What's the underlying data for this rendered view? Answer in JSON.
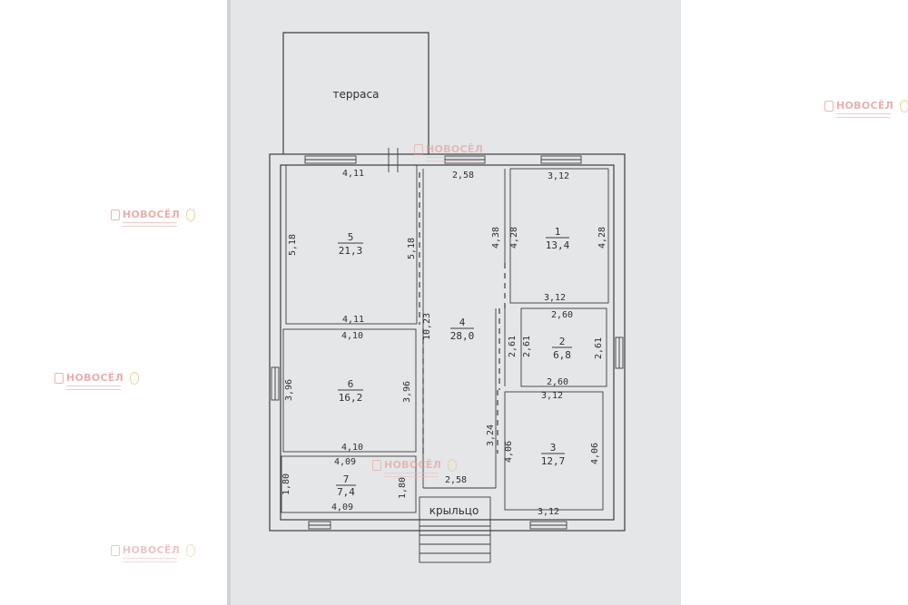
{
  "labels": {
    "terrace": "терраса",
    "porch": "крыльцо"
  },
  "rooms": [
    {
      "num": "5",
      "area": "21,3"
    },
    {
      "num": "4",
      "area": "28,0"
    },
    {
      "num": "1",
      "area": "13,4"
    },
    {
      "num": "2",
      "area": "6,8"
    },
    {
      "num": "6",
      "area": "16,2"
    },
    {
      "num": "3",
      "area": "12,7"
    },
    {
      "num": "7",
      "area": "7,4"
    }
  ],
  "dimensions": {
    "r5_top": "4,11",
    "r5_left": "5,18",
    "r5_right": "5,18",
    "r5_bottom": "4,11",
    "r4_top": "2,58",
    "r4_right_top": "4,38",
    "r4_height": "10,23",
    "r4_right_bottom": "3,24",
    "r4_bottom": "2,58",
    "r1_top": "3,12",
    "r1_left": "4,28",
    "r1_right": "4,28",
    "r1_bottom": "3,12",
    "r2_top": "2,60",
    "r2_left_a": "2,61",
    "r2_left_b": "2,61",
    "r2_right": "2,61",
    "r2_bottom": "2,60",
    "r6_top": "4,10",
    "r6_left": "3,96",
    "r6_right": "3,96",
    "r6_bottom": "4,10",
    "r3_top": "3,12",
    "r3_left": "4,06",
    "r3_right": "4,06",
    "r3_bottom": "3,12",
    "r7_top": "4,09",
    "r7_left": "1,80",
    "r7_right": "1,80",
    "r7_bottom": "4,09"
  },
  "watermark": {
    "brand": "НОВОСЁЛ",
    "colors": {
      "text": "#e39393",
      "badge": "#e8c278"
    }
  }
}
